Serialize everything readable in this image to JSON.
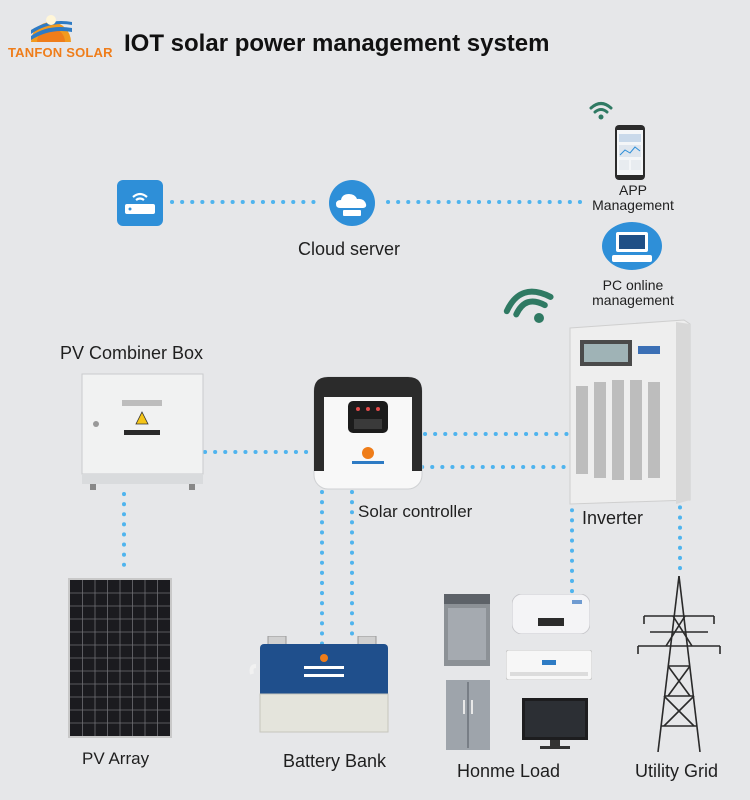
{
  "brand": {
    "name": "TANFON SOLAR"
  },
  "title": "IOT solar power management system",
  "labels": {
    "cloud_server": "Cloud server",
    "app_management_1": "APP",
    "app_management_2": "Management",
    "pc_management_1": "PC online",
    "pc_management_2": "management",
    "pv_combiner_box": "PV Combiner Box",
    "solar_controller": "Solar controller",
    "inverter": "Inverter",
    "pv_array": "PV Array",
    "battery_bank": "Battery Bank",
    "home_load": "Honme Load",
    "utility_grid": "Utility Grid"
  },
  "colors": {
    "background": "#e6e7e9",
    "link_dots": "#4fb4ee",
    "icon_blue": "#2e8fd8",
    "wifi_green": "#2f7a63",
    "brand_orange": "#ef7d1a"
  }
}
